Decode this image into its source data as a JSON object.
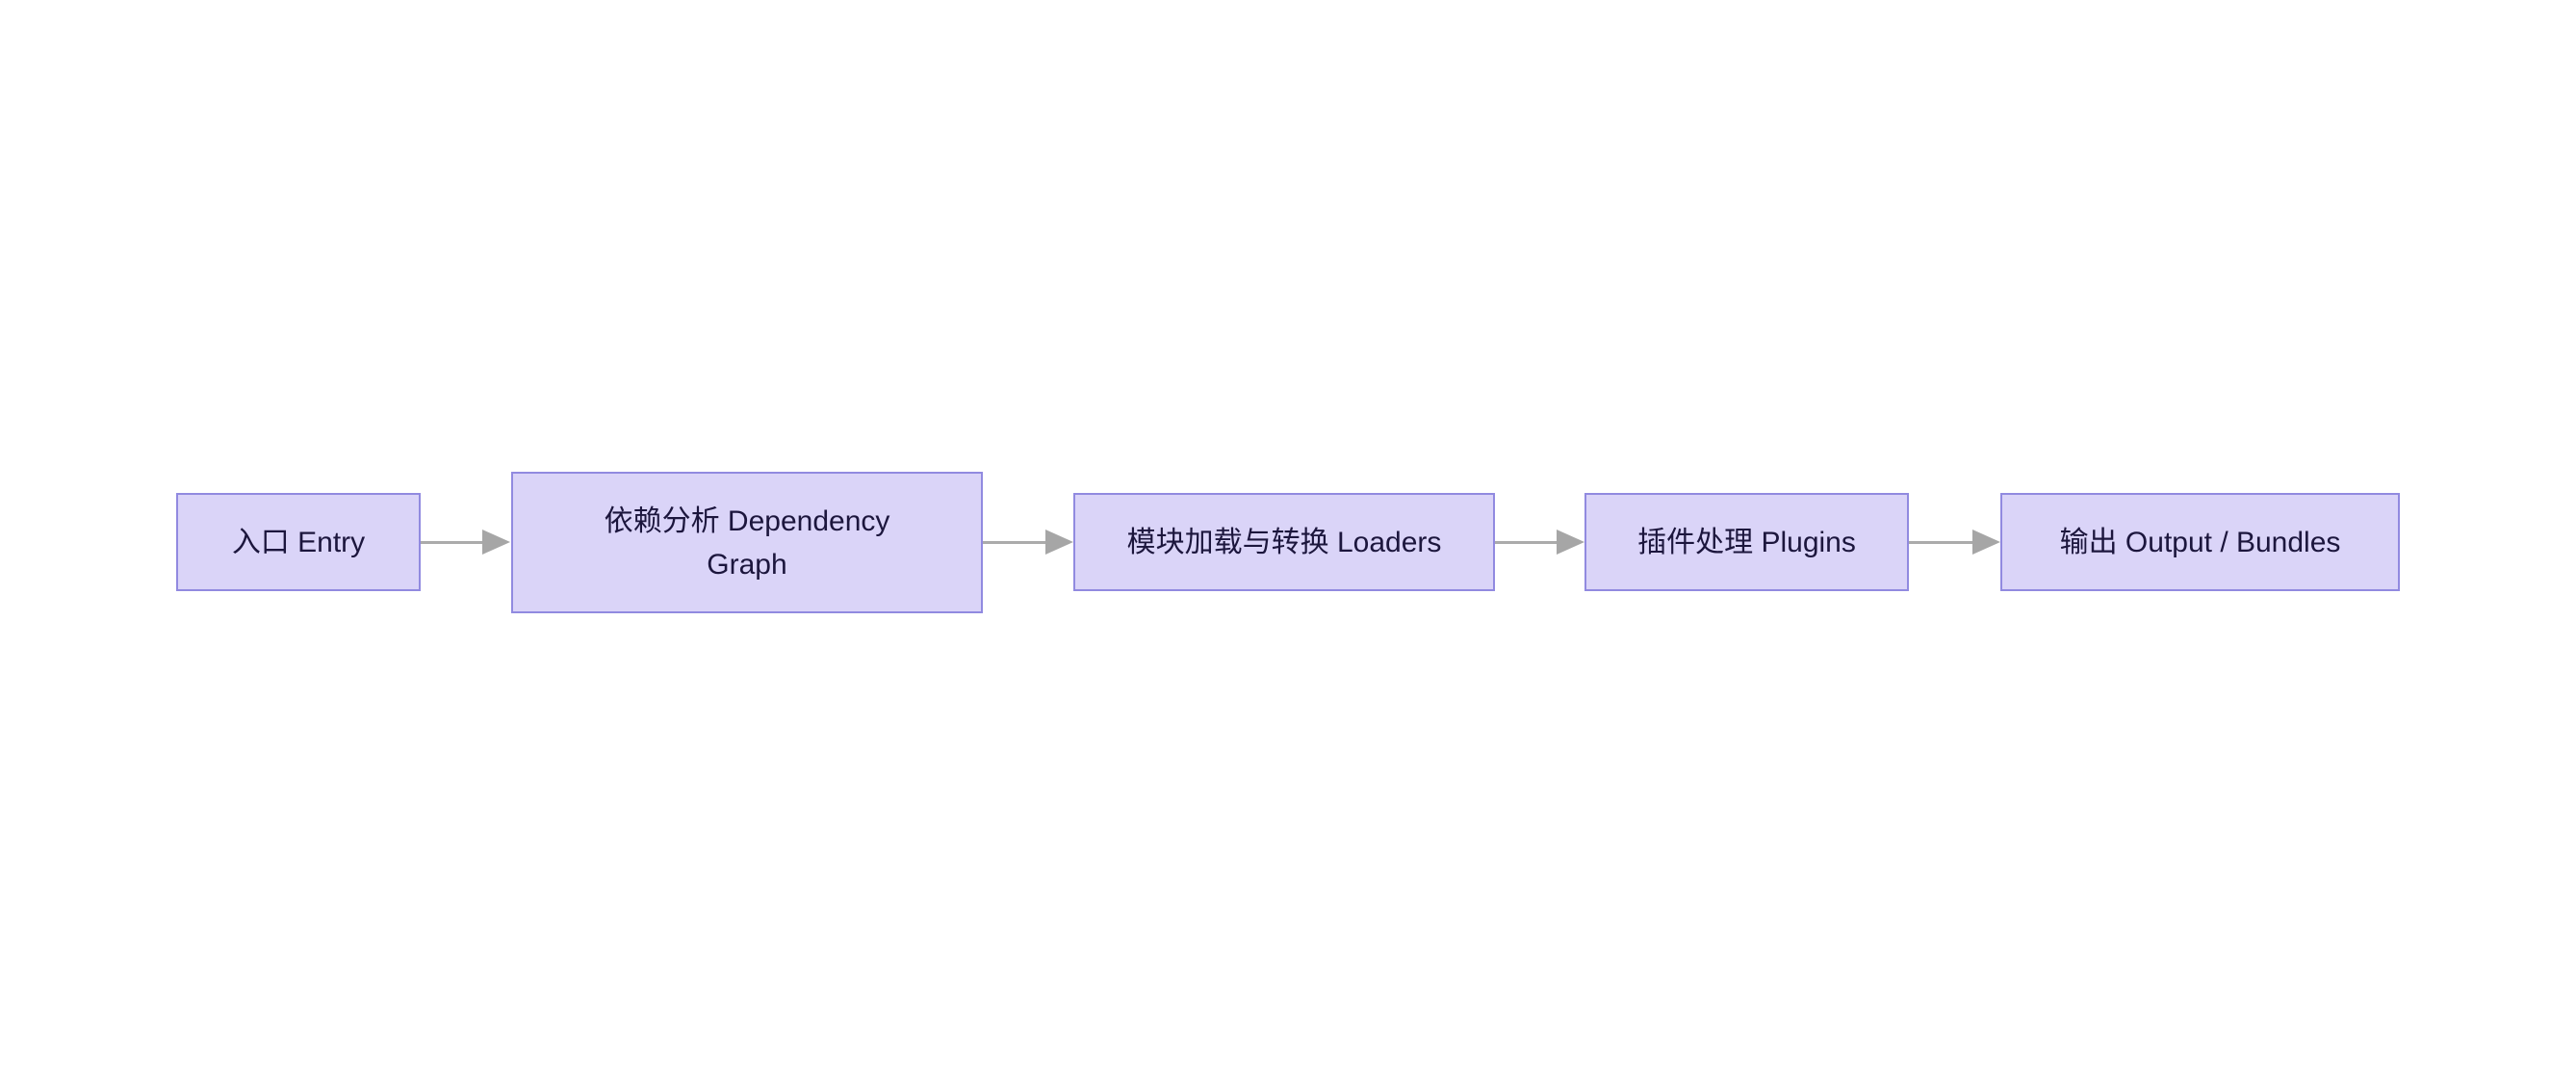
{
  "diagram": {
    "type": "flowchart",
    "direction": "left-to-right",
    "background_color": "#ffffff",
    "node_fill_color": "#dad4f8",
    "node_border_color": "#918ae0",
    "node_text_color": "#1c163d",
    "edge_color": "#ababab",
    "nodes": [
      {
        "id": "entry",
        "label": "入口 Entry"
      },
      {
        "id": "dependency-graph",
        "label": "依赖分析 Dependency\nGraph"
      },
      {
        "id": "loaders",
        "label": "模块加载与转换 Loaders"
      },
      {
        "id": "plugins",
        "label": "插件处理 Plugins"
      },
      {
        "id": "output-bundles",
        "label": "输出 Output / Bundles"
      }
    ],
    "edges": [
      {
        "from": "entry",
        "to": "dependency-graph"
      },
      {
        "from": "dependency-graph",
        "to": "loaders"
      },
      {
        "from": "loaders",
        "to": "plugins"
      },
      {
        "from": "plugins",
        "to": "output-bundles"
      }
    ]
  }
}
